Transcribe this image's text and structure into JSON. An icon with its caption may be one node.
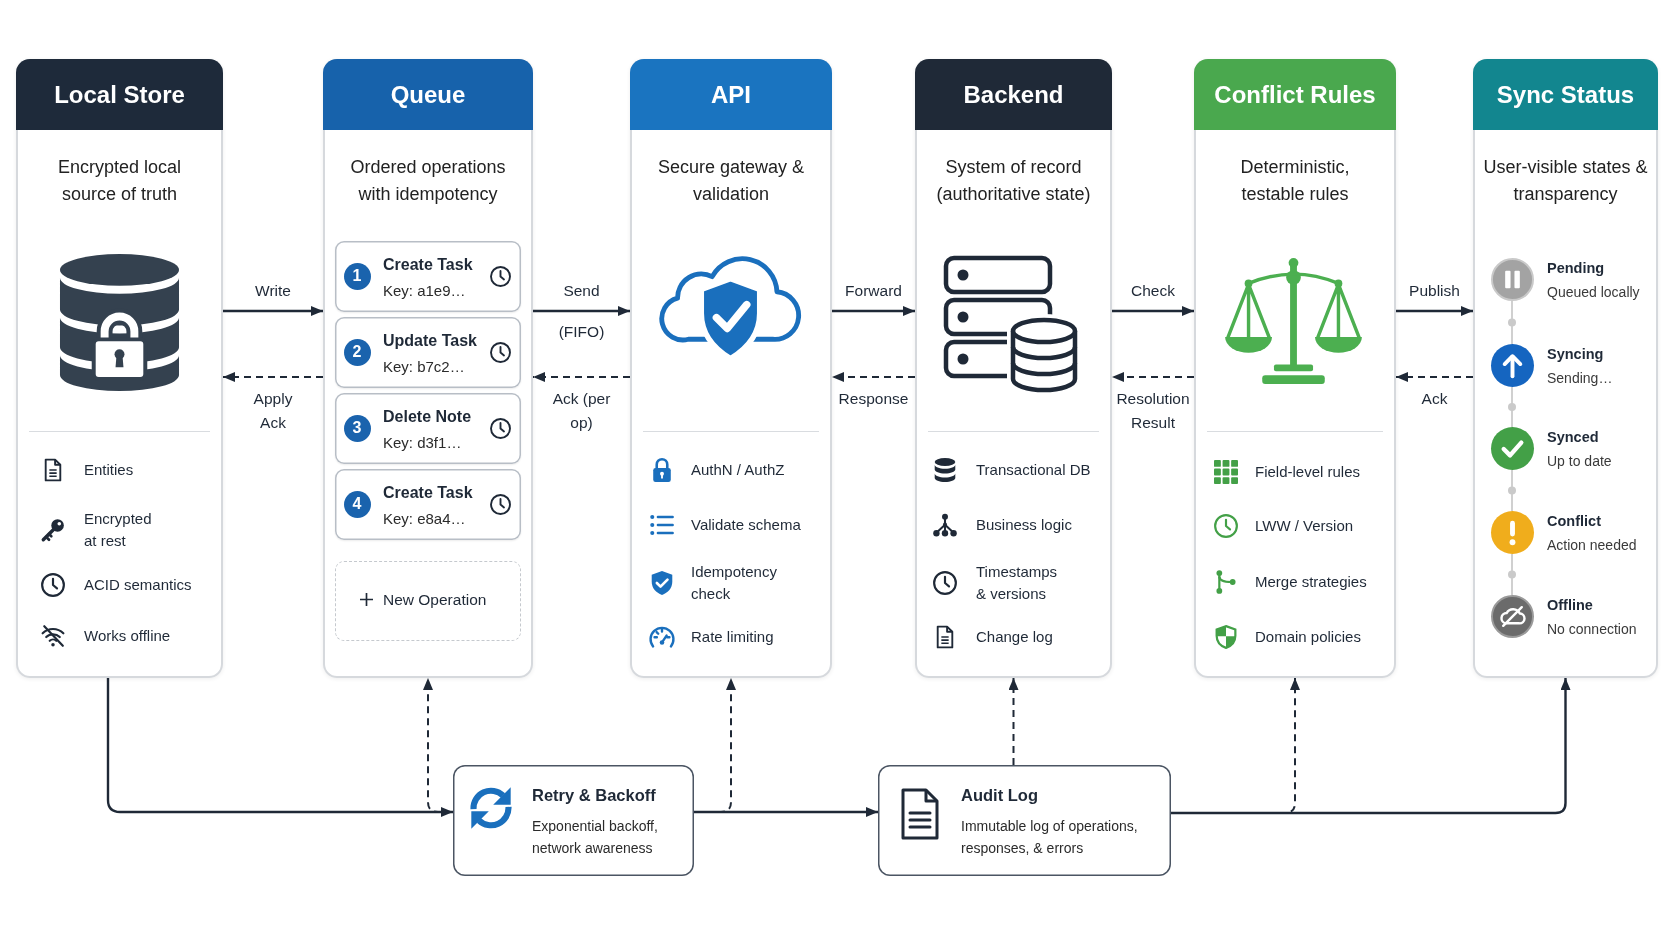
{
  "diagram": {
    "nodes": [
      {
        "text": [
          "Local Store",
          "Encrypted local source of truth",
          "Entities",
          "Encrypted at rest",
          "ACID semantics",
          "Works offline"
        ]
      },
      {
        "text": [
          "Queue",
          "Ordered operations with idempotency"
        ]
      },
      {
        "text": [
          "1",
          "Create Task",
          "Key: a1e9…"
        ],
        "in": 1
      },
      {
        "text": [
          "2",
          "Update Task",
          "Key: b7c2…"
        ],
        "in": 1
      },
      {
        "text": [
          "3",
          "Delete Note",
          "Key: d3f1…"
        ],
        "in": 1
      },
      {
        "text": [
          "4",
          "Create Task",
          "Key: e8a4…"
        ],
        "in": 1
      },
      {
        "text": [
          "New Operation"
        ],
        "in": 1
      },
      {
        "text": [
          "API",
          "Secure gateway & validation",
          "AuthN / AuthZ",
          "Validate schema",
          "Idempotency check",
          "Rate limiting"
        ]
      },
      {
        "text": [
          "Backend",
          "System of record (authoritative state)",
          "Transactional DB",
          "Business logic",
          "Timestamps & versions",
          "Change log"
        ]
      },
      {
        "text": [
          "Conflict Rules",
          "Deterministic, testable rules",
          "Field-level rules",
          "LWW / Version",
          "Merge strategies",
          "Domain policies"
        ]
      },
      {
        "text": [
          "Sync Status",
          "User-visible states & transparency",
          "Pending",
          "Queued locally",
          "Syncing",
          "Sending…",
          "Synced",
          "Up to date",
          "Conflict",
          "Action needed",
          "Offline",
          "No connection"
        ]
      },
      {
        "text": [
          "Retry & Backoff",
          "Exponential backoff, network awareness"
        ]
      },
      {
        "text": [
          "Audit Log",
          "Immutable log of operations, responses, & errors"
        ]
      }
    ],
    "edges": [
      {
        "from": 0,
        "to": 1,
        "label": "Write",
        "arrow": "to"
      },
      {
        "from": 1,
        "to": 0,
        "label": "Apply Ack",
        "arrow": "to",
        "style": "dashed"
      },
      {
        "from": 1,
        "to": 7,
        "label": "Send (FIFO)",
        "arrow": "to"
      },
      {
        "from": 7,
        "to": 1,
        "label": "Ack (per op)",
        "arrow": "to",
        "style": "dashed"
      },
      {
        "from": 7,
        "to": 8,
        "label": "Forward",
        "arrow": "to"
      },
      {
        "from": 8,
        "to": 7,
        "label": "Response",
        "arrow": "to",
        "style": "dashed"
      },
      {
        "from": 8,
        "to": 9,
        "label": "Check",
        "arrow": "to"
      },
      {
        "from": 9,
        "to": 8,
        "label": "Resolution Result",
        "arrow": "to",
        "style": "dashed"
      },
      {
        "from": 9,
        "to": 10,
        "label": "Publish",
        "arrow": "to"
      },
      {
        "from": 10,
        "to": 9,
        "label": "Ack",
        "arrow": "to",
        "style": "dashed"
      },
      {
        "from": 0,
        "to": 11,
        "arrow": "to"
      },
      {
        "from": 11,
        "to": 1,
        "arrow": "to",
        "style": "dashed"
      },
      {
        "from": 11,
        "to": 7,
        "arrow": "to",
        "style": "dashed"
      },
      {
        "from": 11,
        "to": 12,
        "arrow": "to"
      },
      {
        "from": 12,
        "to": 8,
        "arrow": "to",
        "style": "dashed"
      },
      {
        "from": 12,
        "to": 9,
        "arrow": "to",
        "style": "dashed"
      },
      {
        "from": 12,
        "to": 10,
        "arrow": "to"
      }
    ]
  }
}
